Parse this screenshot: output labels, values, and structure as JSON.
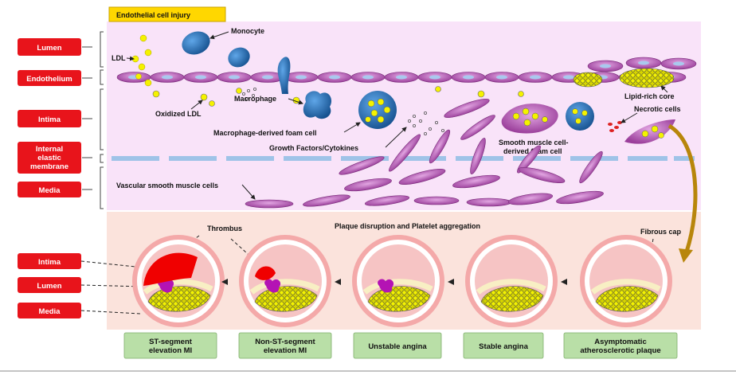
{
  "title": "Endothelial cell injury",
  "layers_top": [
    {
      "label": "Lumen"
    },
    {
      "label": "Endothelium"
    },
    {
      "label": "Intima"
    },
    {
      "label_lines": [
        "Internal",
        "elastic",
        "membrane"
      ]
    },
    {
      "label": "Media"
    }
  ],
  "layers_bottom": [
    {
      "label": "Intima"
    },
    {
      "label": "Lumen"
    },
    {
      "label": "Media"
    }
  ],
  "annotations": {
    "monocyte": "Monocyte",
    "ldl": "LDL",
    "oxidized_ldl": "Oxidized LDL",
    "macrophage": "Macrophage",
    "macrophage_foam_cell": "Macrophage-derived foam cell",
    "growth_factors": "Growth Factors/Cytokines",
    "smc_foam_cell_1": "Smooth muscle cell-",
    "smc_foam_cell_2": "derived foam cell",
    "lipid_core": "Lipid-rich core",
    "necrotic_cells": "Necrotic cells",
    "vascular_smc": "Vascular smooth muscle cells",
    "thrombus": "Thrombus",
    "plaque_disruption": "Plaque disruption and Platelet aggregation",
    "fibrous_cap": "Fibrous cap"
  },
  "stages": [
    {
      "lines": [
        "ST-segment",
        "elevation MI"
      ]
    },
    {
      "lines": [
        "Non-ST-segment",
        "elevation MI"
      ]
    },
    {
      "lines": [
        "Unstable angina"
      ]
    },
    {
      "lines": [
        "Stable angina"
      ]
    },
    {
      "lines": [
        "Asymptomatic",
        "atherosclerotic plaque"
      ]
    }
  ],
  "colors": {
    "side_label": "#e8141b",
    "intima_bg": "#f9e3f9",
    "lower_bg": "#fbe3dc",
    "stage_box": "#b9dfa7",
    "title_box": "#ffd700",
    "endothelial_cell": "#c46fc4",
    "cell_blue": "#1e63a8",
    "lipid_yellow": "#e8e600",
    "thrombus_red": "#f00000",
    "platelet_magenta": "#b413b4",
    "fibrous_cap_pink": "#f7b2b2",
    "arrow_gold": "#b8860b"
  }
}
